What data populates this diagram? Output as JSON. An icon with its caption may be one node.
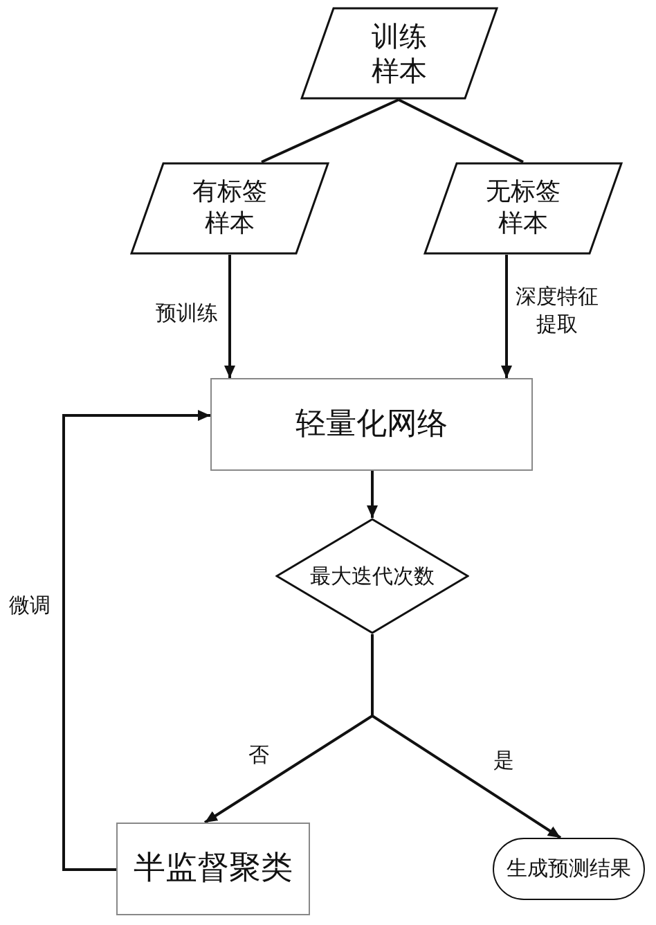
{
  "diagram": {
    "nodes": [
      {
        "text": [
          "训练样本"
        ]
      },
      {
        "text": [
          "有标签样本"
        ]
      },
      {
        "text": [
          "无标签样本"
        ]
      },
      {
        "text": [
          "轻量化网络"
        ]
      },
      {
        "text": [
          "最大迭代次数"
        ]
      },
      {
        "text": [
          "半监督聚类"
        ]
      },
      {
        "text": [
          "生成预测结果"
        ]
      }
    ],
    "edges": [
      {
        "from": 0,
        "to": 1,
        "arrow": "none"
      },
      {
        "from": 0,
        "to": 2,
        "arrow": "none"
      },
      {
        "from": 1,
        "to": 3,
        "arrow": "to",
        "label": "预训练"
      },
      {
        "from": 2,
        "to": 3,
        "arrow": "to",
        "label": "深度特征提取"
      },
      {
        "from": 3,
        "to": 4,
        "arrow": "to"
      },
      {
        "from": 4,
        "to": 5,
        "arrow": "to",
        "label": "否"
      },
      {
        "from": 4,
        "to": 6,
        "arrow": "to",
        "label": "是"
      },
      {
        "from": 5,
        "to": 3,
        "arrow": "to",
        "label": "微调"
      }
    ]
  }
}
